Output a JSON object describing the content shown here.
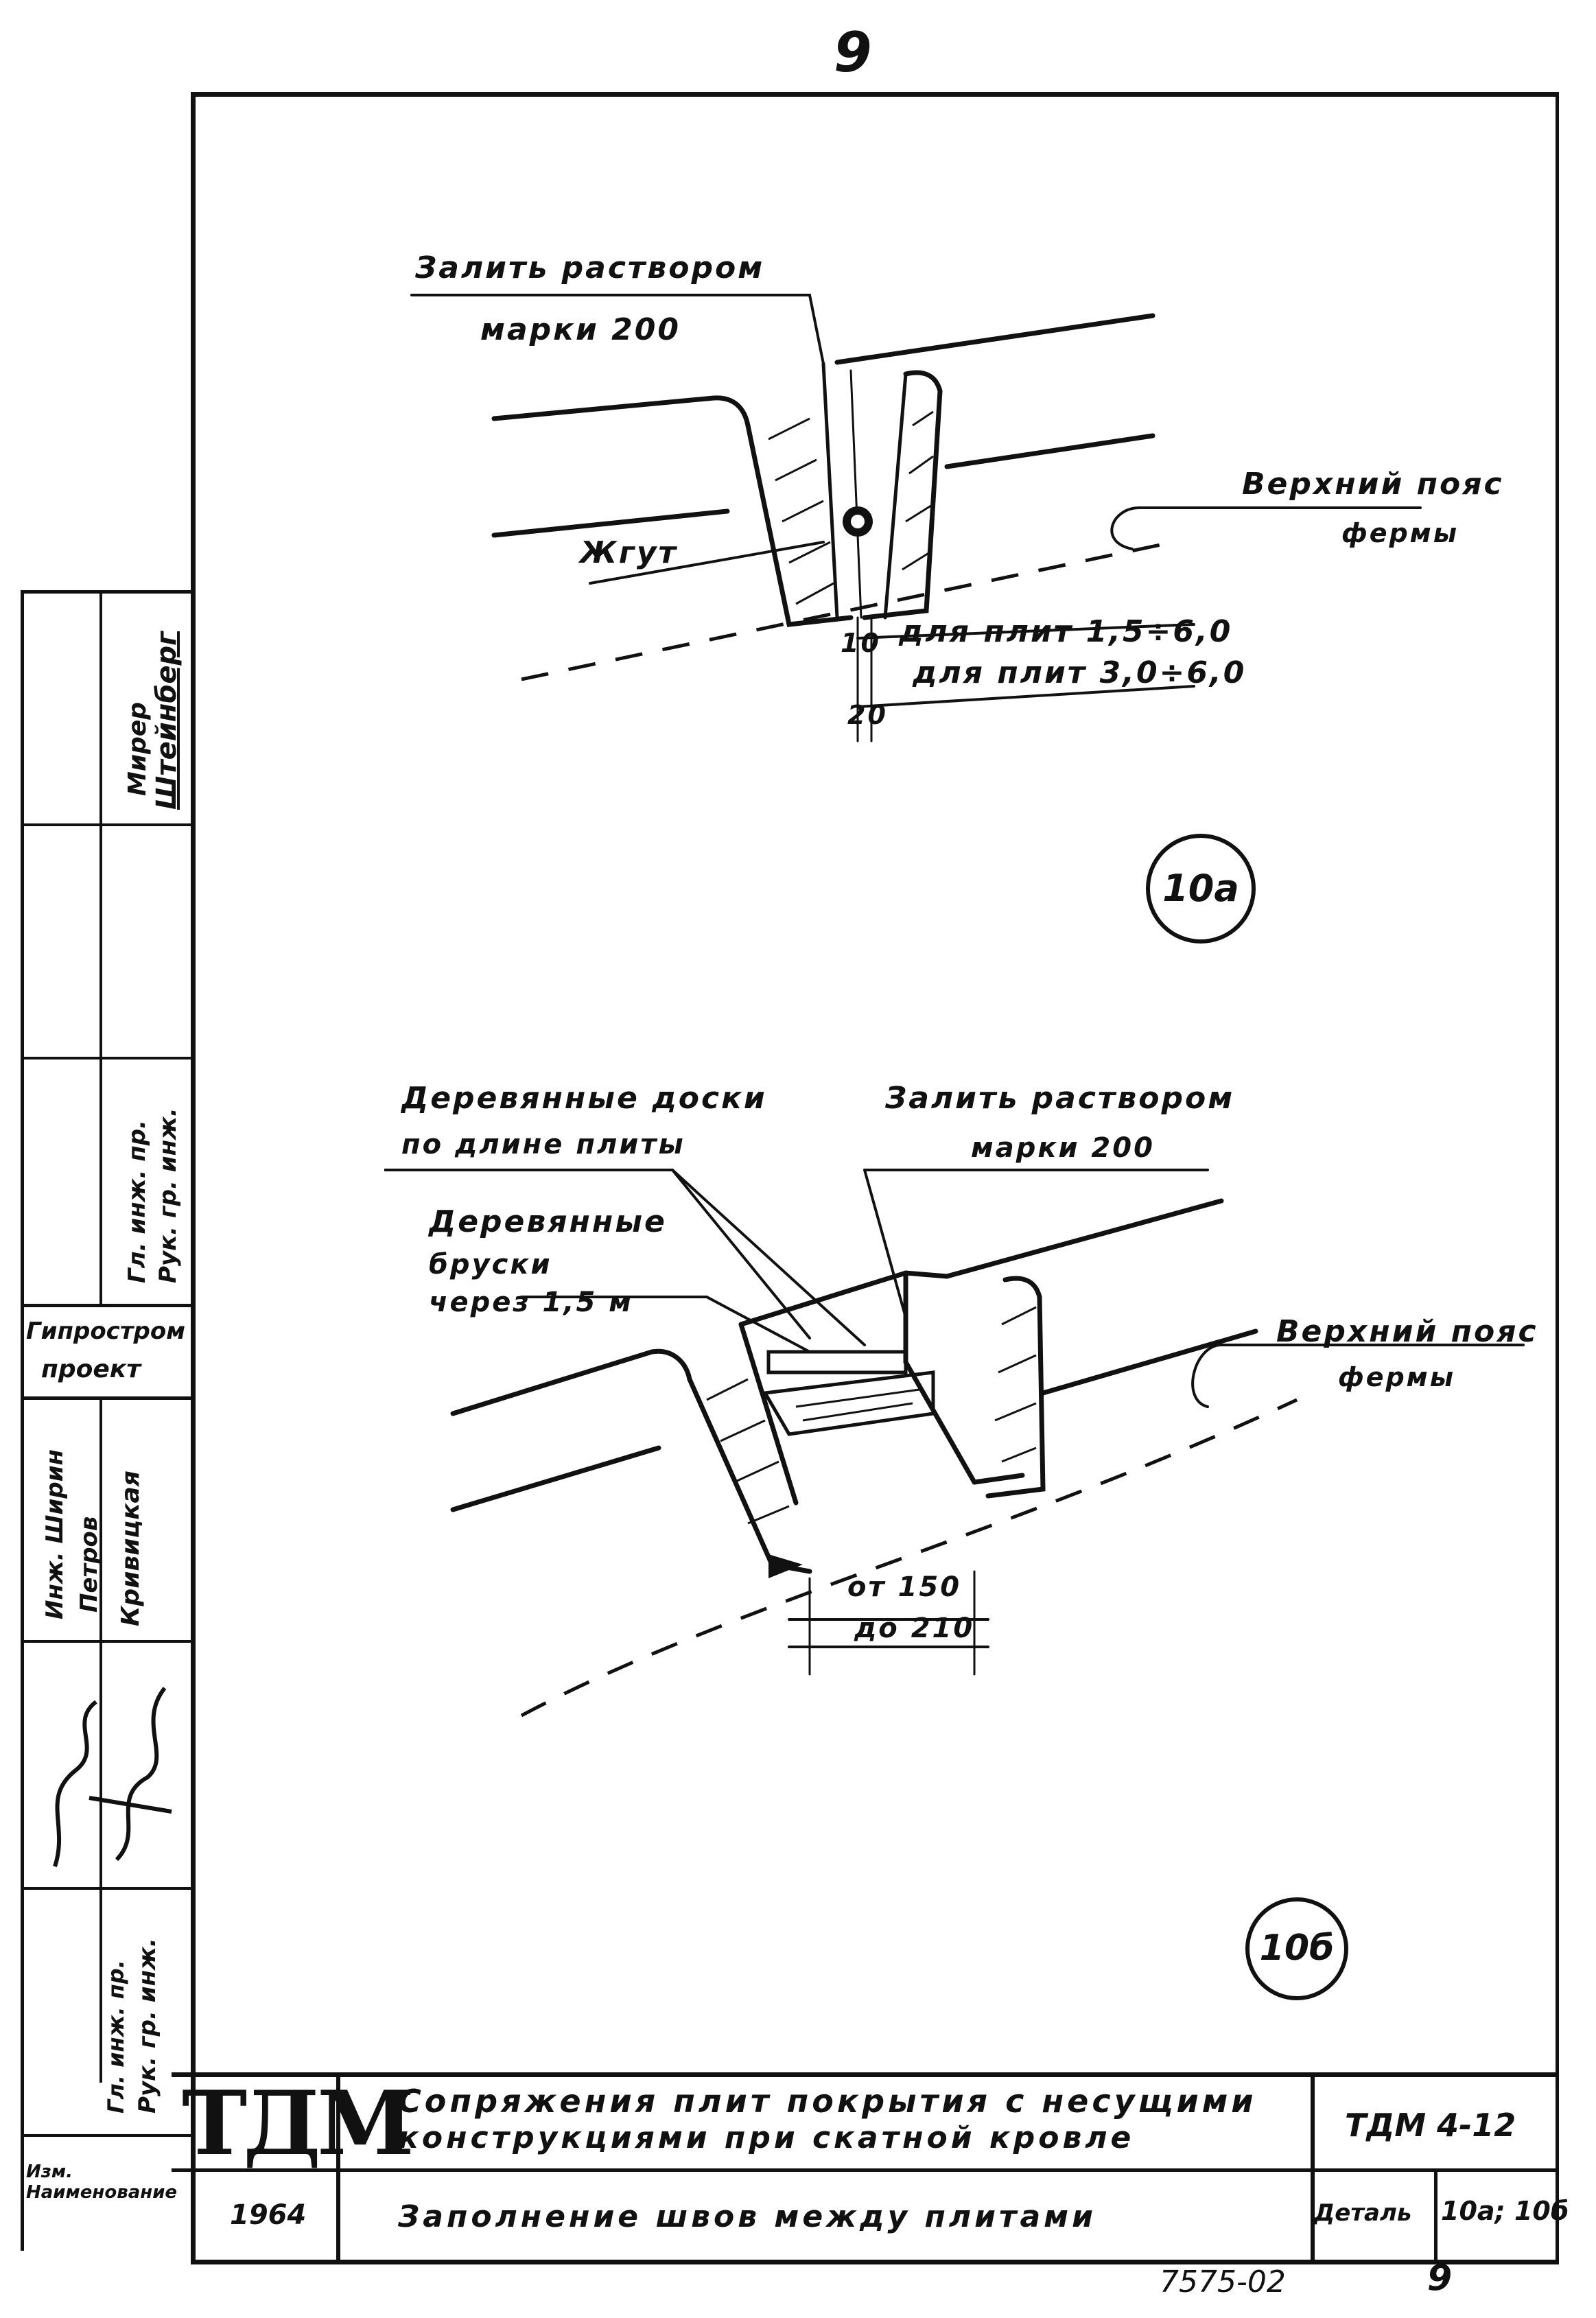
{
  "sheet": {
    "page_top": "9",
    "page_bottom": "9",
    "doc_code": "7575-02"
  },
  "detail_a": {
    "callout_fill_line1": "Залить раствором",
    "callout_fill_line2": "марки 200",
    "callout_tourniquet": "Жгут",
    "callout_truss_line1": "Верхний пояс",
    "callout_truss_line2": "фермы",
    "dim_1_value": "10",
    "dim_1_text": "для плит 1,5÷6,0",
    "dim_2_value": "20",
    "dim_2_text": "для плит 3,0÷6,0",
    "marker": "10а"
  },
  "detail_b": {
    "callout_boards_line1": "Деревянные доски",
    "callout_boards_line2": "по длине плиты",
    "callout_fill_line1": "Залить раствором",
    "callout_fill_line2": "марки 200",
    "callout_bars_line1": "Деревянные",
    "callout_bars_line2": "бруски",
    "callout_bars_line3": "через 1,5 м",
    "callout_truss_line1": "Верхний пояс",
    "callout_truss_line2": "фермы",
    "dim_from": "от 150",
    "dim_to": "до 210",
    "marker": "10б"
  },
  "title_block": {
    "logo": "ТДМ",
    "year": "1964",
    "title_line1": "Сопряжения плит покрытия с несущими",
    "title_line2": "конструкциями при скатной кровле",
    "subtitle": "Заполнение швов между плитами",
    "series_code": "ТДМ 4-12",
    "detail_label": "Деталь",
    "detail_value": "10а; 10б"
  },
  "stamp": {
    "org_line1": "Гипростром",
    "org_line2": "проект",
    "names_a": [
      "Мирер",
      "Штейнберг"
    ],
    "roles_a": [
      "Гл. инж. пр.",
      "Рук. гр. инж."
    ],
    "names_b": [
      "Инж. Ширин",
      "Петров",
      "Кривицкая"
    ],
    "roles_b": [
      "Гл. инж. пр.",
      "Рук. гр. инж."
    ],
    "bottom_label": "Изм. Наименование"
  }
}
